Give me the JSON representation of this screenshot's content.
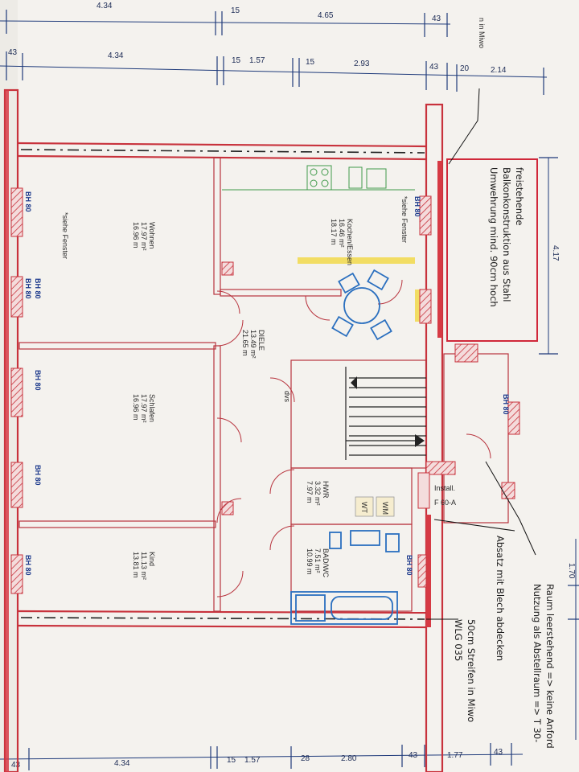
{
  "dimensions": {
    "top_row1": [
      "4.34",
      "15",
      "4.65",
      "43"
    ],
    "top_row2": [
      "43",
      "4.34",
      "15",
      "1.57",
      "15",
      "2.93",
      "43",
      "20",
      "2.14"
    ],
    "bottom_row": [
      "43",
      "4.34",
      "15",
      "1.57",
      "28",
      "2.80",
      "43",
      "1.77",
      "43"
    ],
    "right_vertical": "4.17",
    "right_small": "1.70"
  },
  "partial_label": "n in Miwo",
  "rooms": {
    "wohnen": {
      "name": "Wohnen",
      "area1": "17.97 m²",
      "area2": "16.96 m"
    },
    "kochen": {
      "name": "Kochen/Essen",
      "area1": "16.46 m²",
      "area2": "18.17 m"
    },
    "diele": {
      "name": "DIELE",
      "area1": "13.49 m²",
      "area2": "21.65 m"
    },
    "schlafen": {
      "name": "Schlafen",
      "area1": "17.97 m²",
      "area2": "16.96 m"
    },
    "kind": {
      "name": "Kind",
      "area1": "11.13 m²",
      "area2": "13.81 m"
    },
    "hwr": {
      "name": "HWR",
      "area1": "3.32 m²",
      "area2": "7.97 m"
    },
    "bad": {
      "name": "BAD/WC",
      "area1": "7.51 m²",
      "area2": "10.99 m"
    }
  },
  "labels": {
    "bh80": "BH 80",
    "siehe_fenster": "*siehe Fenster",
    "dvs": "dvs",
    "install": "Install.",
    "f60": "F 60-A",
    "wt": "WT",
    "wm": "WM",
    "wlg": "WLG 035"
  },
  "balcony_note": {
    "line1": "freistehende",
    "line2": "Balkonkonstruktion aus Stahl",
    "line3": "Umwehrung mind. 90cm hoch"
  },
  "notes": {
    "raum1": "Raum leerstehend => keine Anford",
    "raum2": "Nutzung als Abstellraum => T 30-",
    "absatz": "Absatz mit Blech abdecken",
    "streifen": "50cm Streifen in Miwo"
  }
}
